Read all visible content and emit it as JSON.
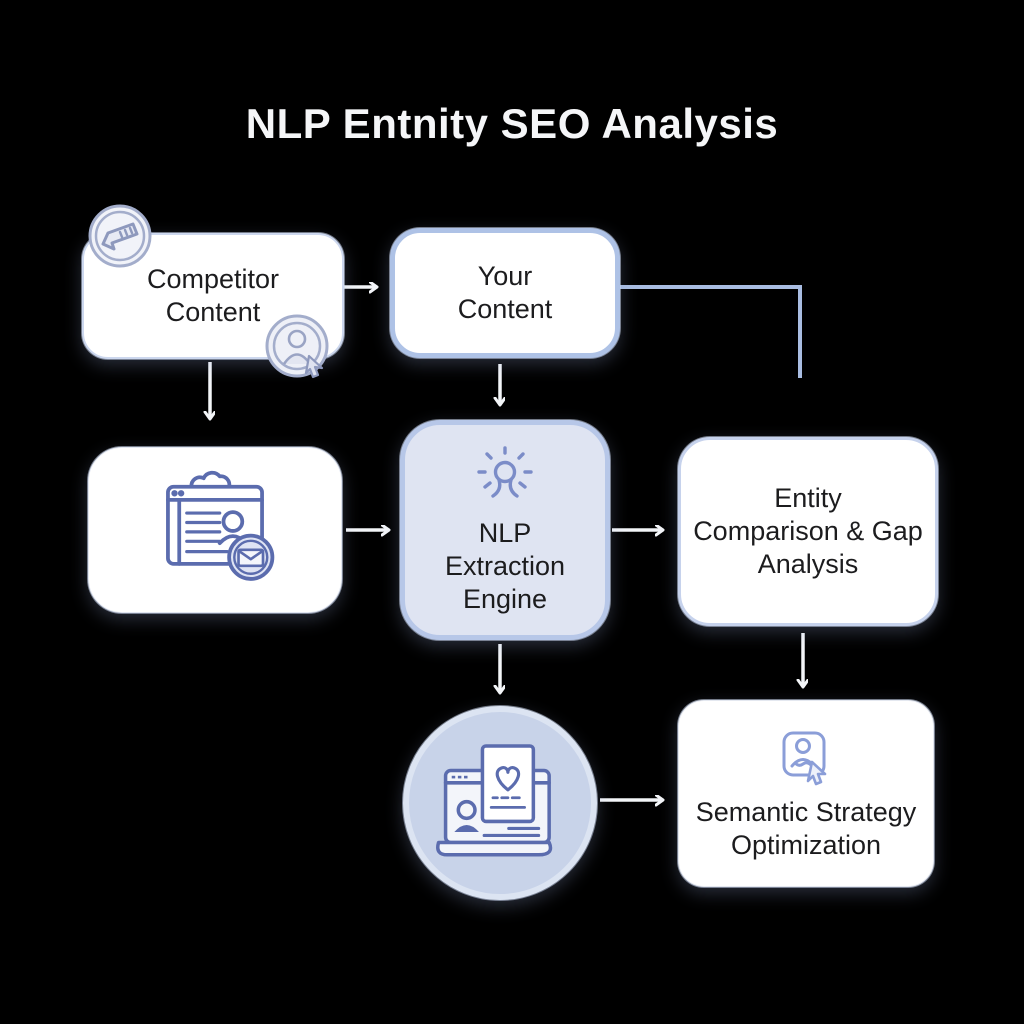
{
  "title": "NLP Entnity SEO Analysis",
  "nodes": {
    "competitor": {
      "label": "Competitor\nContent"
    },
    "your_content": {
      "label": "Your\nContent"
    },
    "content_source": {
      "icon": "webpage-profile-mail-icon"
    },
    "nlp_engine": {
      "label": "NLP\nExtraction\nEngine",
      "icon": "sparkle-icon"
    },
    "entity_comparison": {
      "label": "Entity\nComparison & Gap\nAnalysis"
    },
    "content_scan": {
      "icon": "laptop-heart-document-icon"
    },
    "semantic_strategy": {
      "label": "Semantic Strategy\nOptimization",
      "icon": "user-select-icon"
    }
  },
  "badges": {
    "competitor_top_left": "tag-badge-icon",
    "competitor_bottom_right": "user-cursor-badge-icon"
  },
  "colors": {
    "background": "#000000",
    "node_fill": "#ffffff",
    "node_border": "#b7c7e8",
    "nlp_fill": "#dfe4f2",
    "circle_fill": "#c8d3e9",
    "icon_stroke": "#5b6cae",
    "badge_stroke": "#a3adcb",
    "arrow": "#f3f5f8",
    "elbow_line": "#a9bde2",
    "node_text": "#1c1c1e",
    "title_text": "#f5f6f8"
  }
}
